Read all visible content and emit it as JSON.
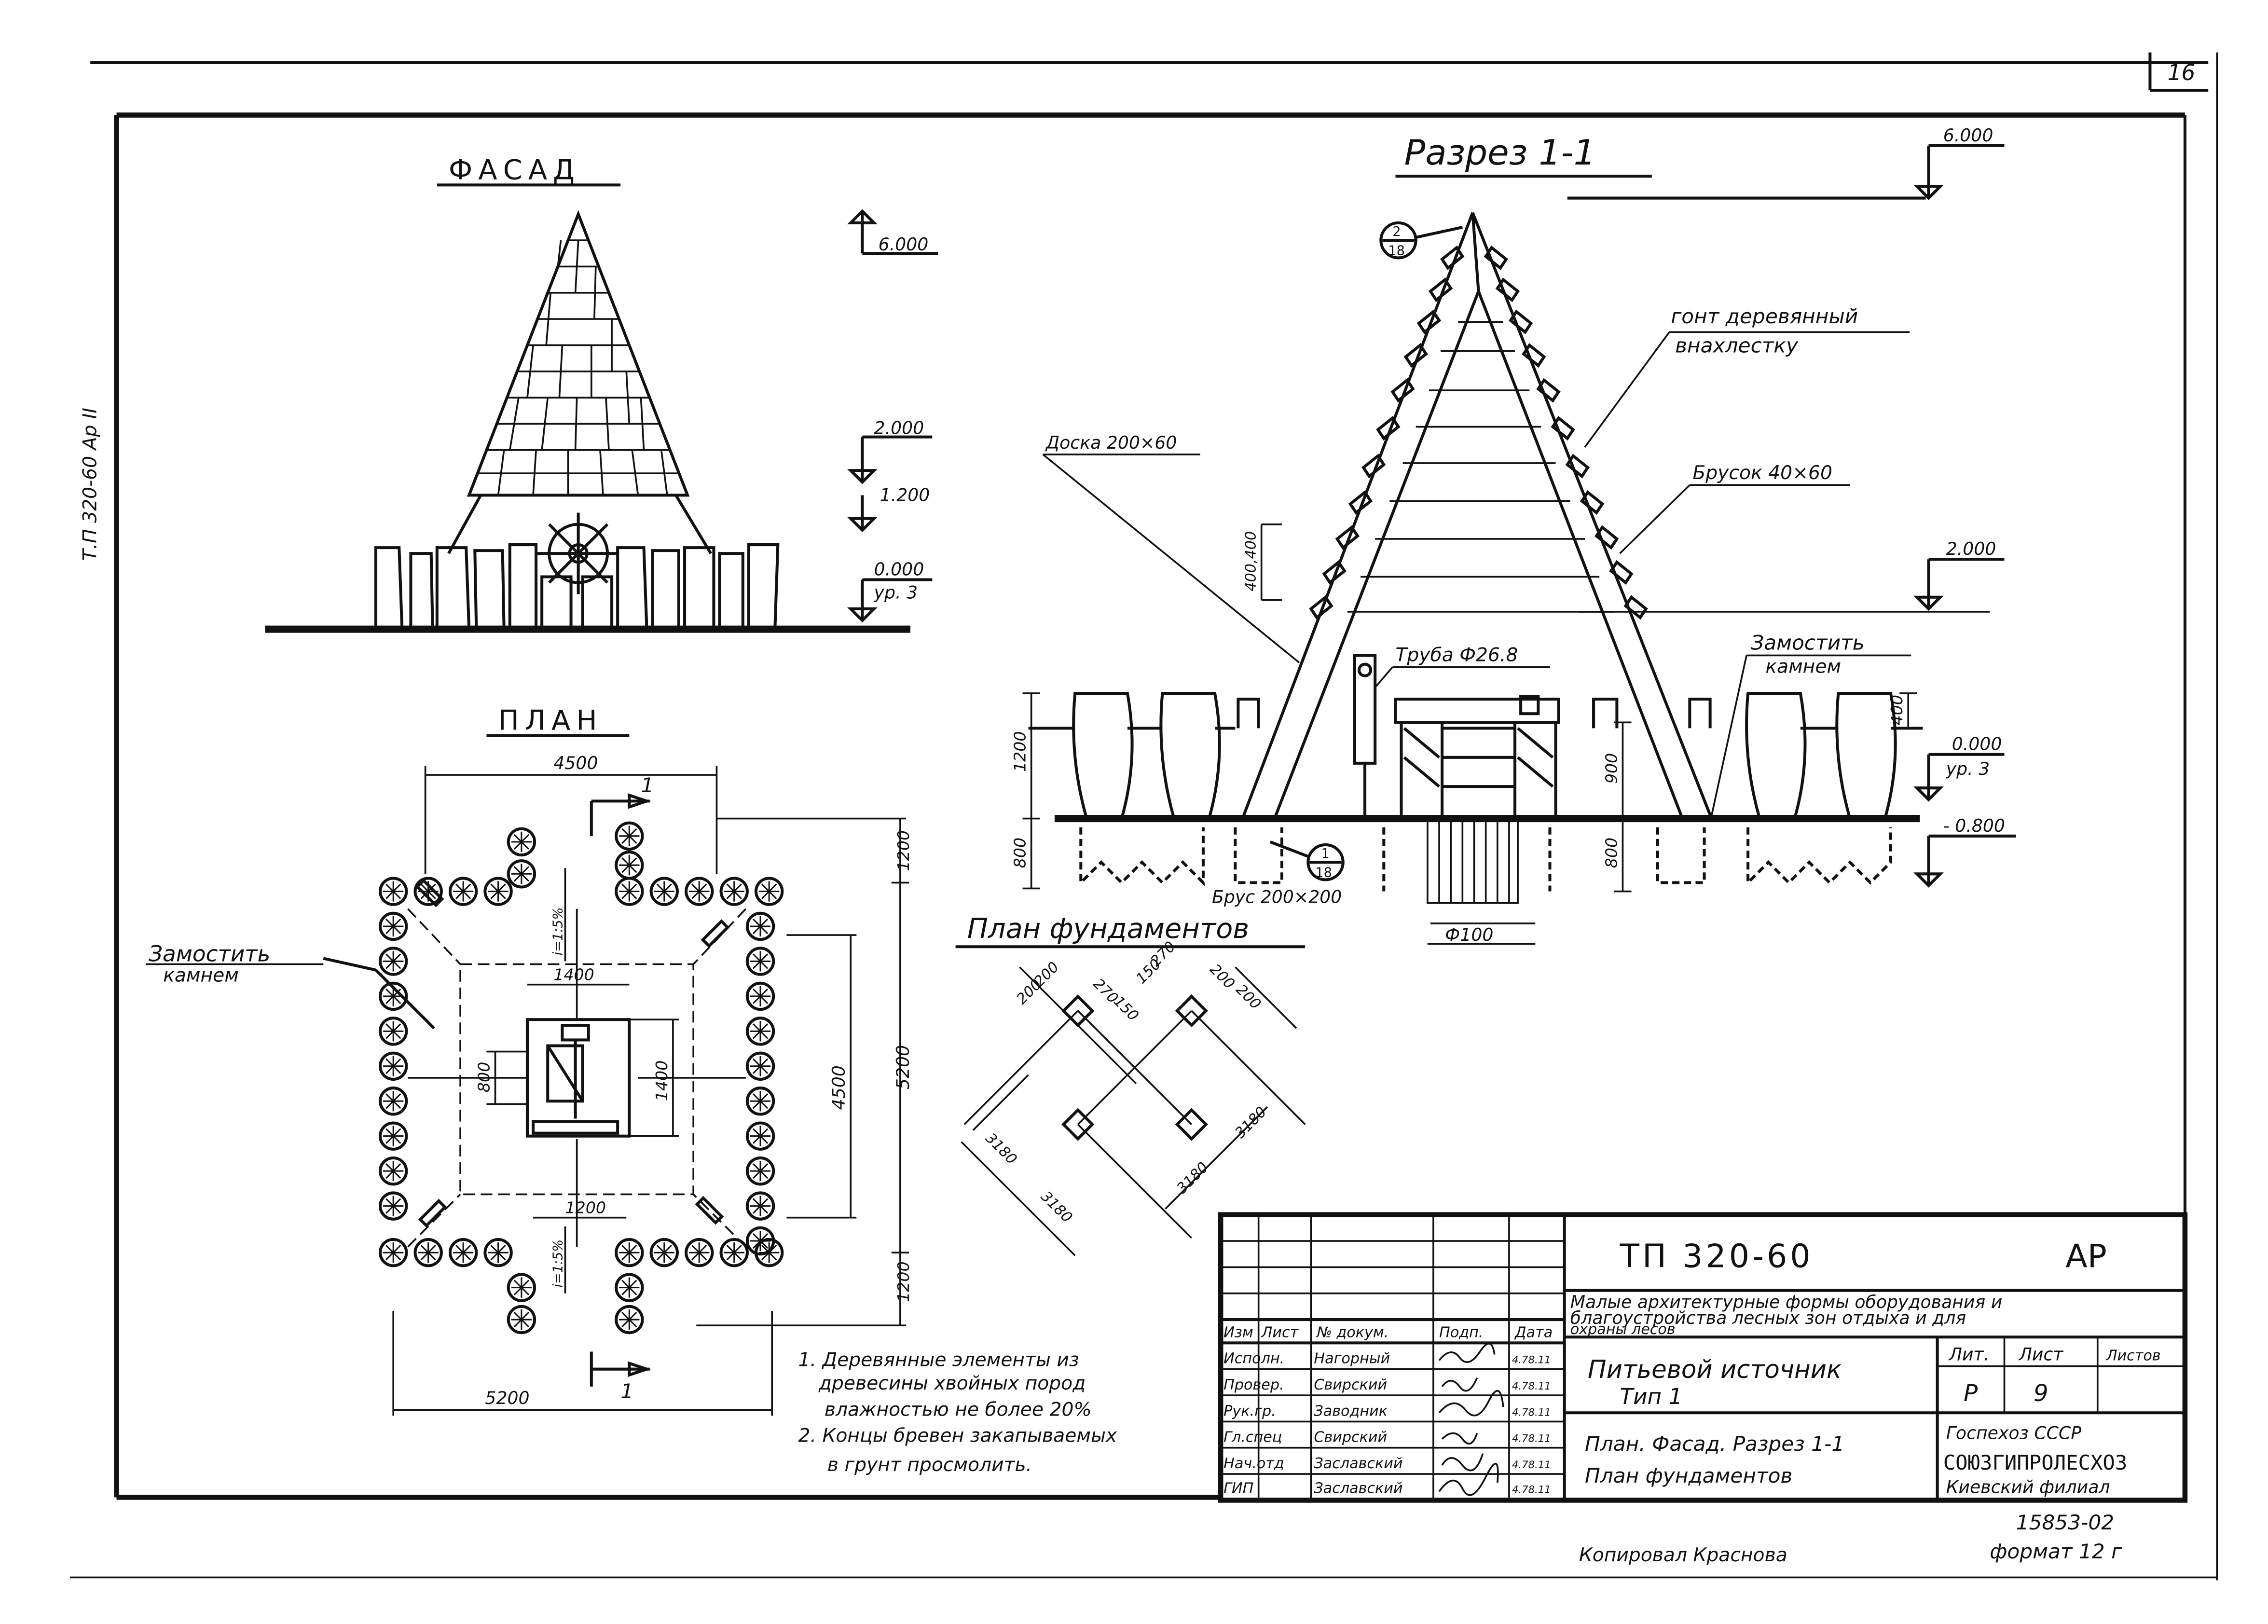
{
  "sheet": {
    "number": "16",
    "side_code": "Т.П 320-60  Ар II",
    "copied_by": "Копировал  Краснова",
    "order_number": "15853-02",
    "format": "формат 12 г"
  },
  "views": {
    "facade_title": "ФАСАД",
    "section_title": "Разрез 1-1",
    "plan_title": "ПЛАН",
    "foundation_plan_title": "План фундаментов"
  },
  "facade": {
    "levels": [
      "6.000",
      "2.000",
      "1.200",
      "0.000",
      "ур. 3"
    ]
  },
  "section": {
    "levels": [
      "6.000",
      "2.000",
      "0.000",
      "ур. 3",
      "- 0.800"
    ],
    "callout_top": {
      "num": "2",
      "sheet": "18"
    },
    "callout_bottom": {
      "num": "1",
      "sheet": "18"
    },
    "labels": {
      "shingle": "гонт деревянный",
      "shingle2": "внахлестку",
      "bar": "Брусок 40×60",
      "board": "Доска 200×60",
      "pipe": "Труба Ф26.8",
      "pave": "Замостить",
      "pave2": "камнем",
      "beam": "Брус 200×200",
      "diam": "Ф100"
    },
    "dims": {
      "d400_400": "400,400",
      "d1200": "1200",
      "d800": "800",
      "d900": "900",
      "d800b": "800",
      "d400": "400"
    }
  },
  "plan": {
    "dims": {
      "top": "4500",
      "bottom": "5200",
      "right_inner": "4500",
      "right_outer": "5200",
      "r1200_top": "1200",
      "r1200_bot": "1200",
      "pad1400": "1400",
      "pad1400v": "1400",
      "pad800": "800",
      "pad1200": "1200",
      "slope_top": "i=1:5%",
      "slope_bot": "i=1:5%"
    },
    "section_mark": "1",
    "pave": "Замостить",
    "pave2": "камнем"
  },
  "foundation": {
    "dims": [
      "200",
      "200",
      "270",
      "150",
      "150",
      "270",
      "200",
      "200",
      "3180",
      "3180",
      "3180",
      "3180"
    ]
  },
  "notes": [
    "1. Деревянные элементы из",
    "древесины хвойных пород",
    "влажностью не более 20%",
    "2. Концы бревен закапываемых",
    "в грунт просмолить."
  ],
  "title_block": {
    "code": "ТП  320-60",
    "stage": "АР",
    "project": [
      "Малые архитектурные формы оборудования и",
      "благоустройства лесных зон отдыха и для",
      "охраны лесов"
    ],
    "col_headers": [
      "Изм",
      "Лист",
      "№ докум.",
      "Подп.",
      "Дата"
    ],
    "staff": [
      {
        "role": "Исполн.",
        "name": "Нагорный",
        "date": "4.78.11"
      },
      {
        "role": "Провер.",
        "name": "Свирский",
        "date": "4.78.11"
      },
      {
        "role": "Рук.гр.",
        "name": "Заводник",
        "date": "4.78.11"
      },
      {
        "role": "Гл.спец",
        "name": "Свирский",
        "date": "4.78.11"
      },
      {
        "role": "Нач.отд",
        "name": "Заславский",
        "date": "4.78.11"
      },
      {
        "role": "ГИП",
        "name": "Заславский",
        "date": "4.78.11"
      }
    ],
    "object_name": "Питьевой источник",
    "object_type": "Тип 1",
    "sheet_content": [
      "План. Фасад. Разрез 1-1",
      "План фундаментов"
    ],
    "lit_header": "Лит.",
    "sheet_header": "Лист",
    "sheets_header": "Листов",
    "lit_value": "Р",
    "sheet_value": "9",
    "org": [
      "Госпехоз СССР",
      "СОЮЗГИПРОЛЕСХОЗ",
      "Киевский филиал"
    ]
  }
}
